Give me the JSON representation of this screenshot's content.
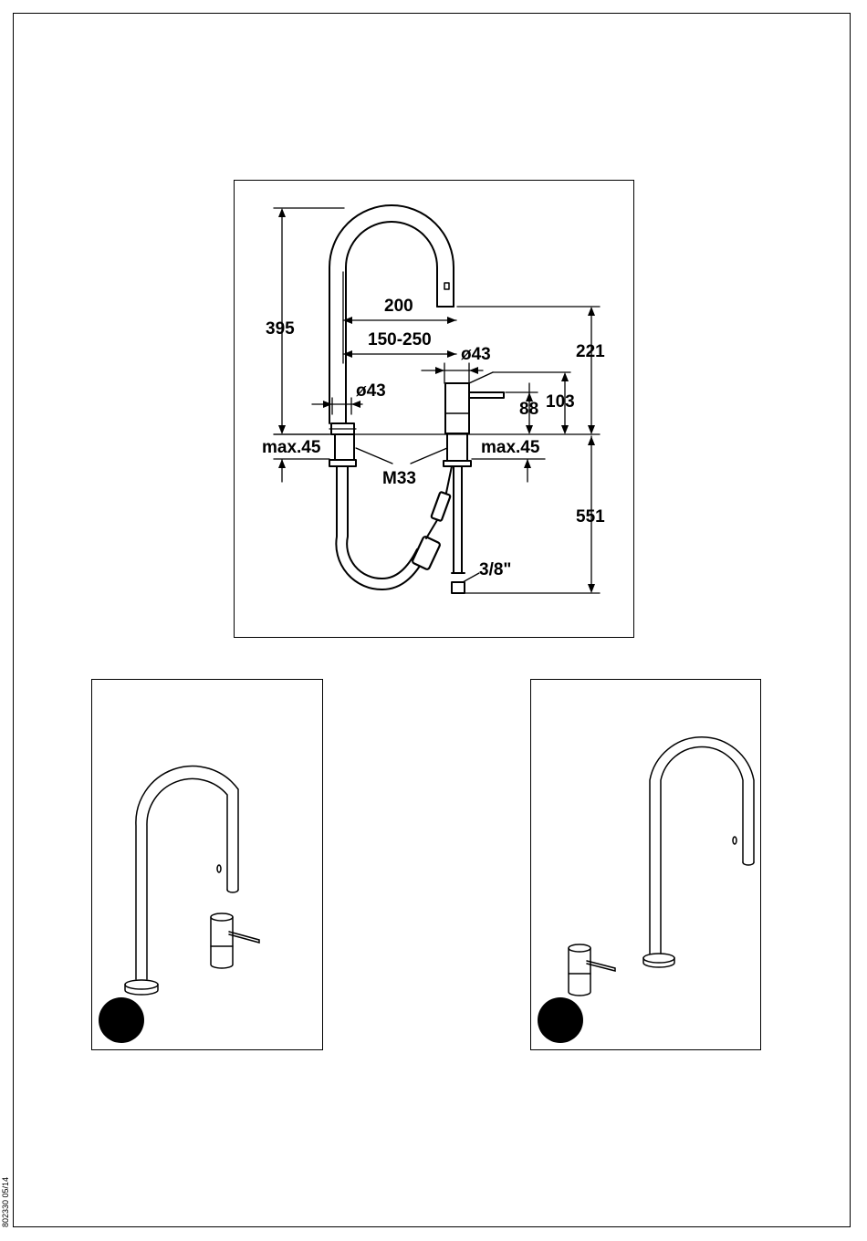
{
  "main_diagram": {
    "dimensions": {
      "total_height": "395",
      "spout_reach": "200",
      "hole_spacing": "150-250",
      "spout_diameter": "ø43",
      "lever_diameter": "ø43",
      "lever_handle_height": "88",
      "lever_height": "103",
      "outlet_height": "221",
      "max_deck_left": "max.45",
      "max_deck_right": "max.45",
      "thread": "M33",
      "hose_length": "551",
      "connection": "3/8\""
    }
  },
  "document_code": "802330 05/14"
}
